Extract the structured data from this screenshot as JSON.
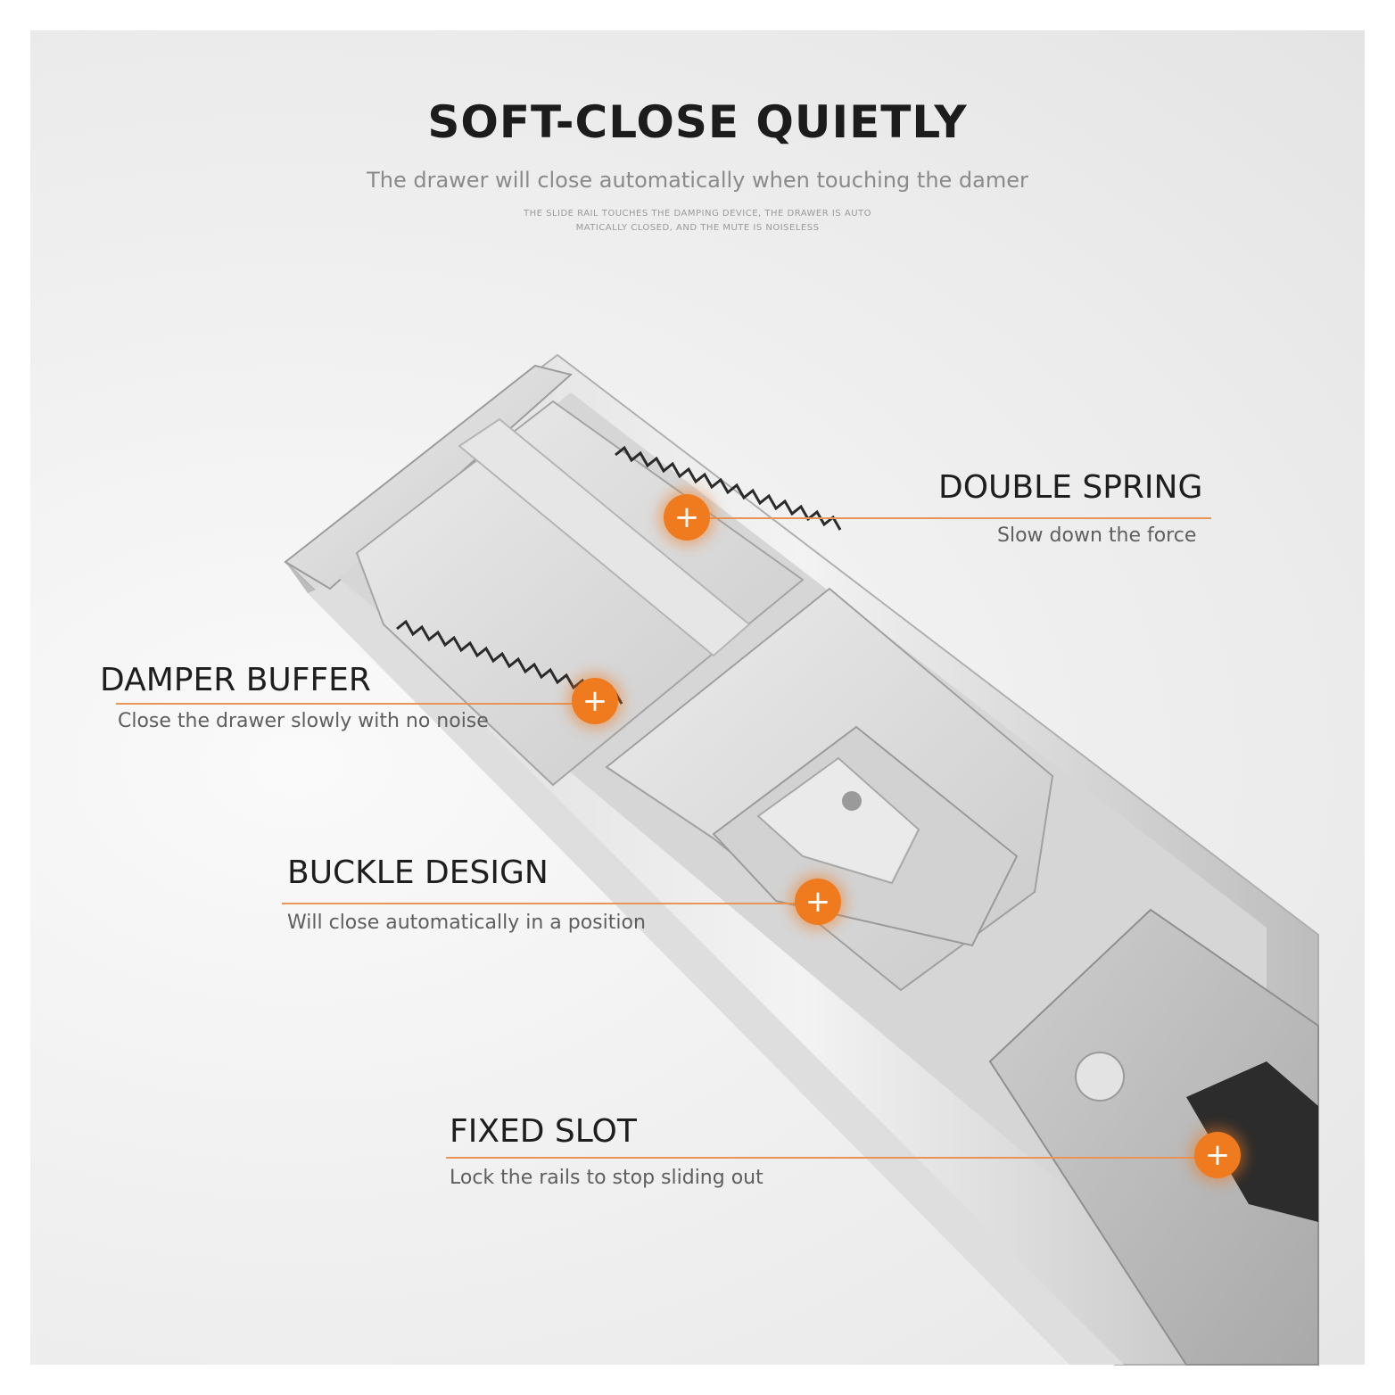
{
  "header": {
    "title": "SOFT-CLOSE QUIETLY",
    "subtitle": "The drawer will close automatically when touching the damer",
    "note_line1": "THE SLIDE RAIL TOUCHES THE DAMPING DEVICE, THE DRAWER IS AUTO",
    "note_line2": "MATICALLY CLOSED, AND THE MUTE IS NOISELESS"
  },
  "callouts": {
    "double_spring": {
      "title": "DOUBLE SPRING",
      "desc": "Slow down the force"
    },
    "damper_buffer": {
      "title": "DAMPER BUFFER",
      "desc": "Close the drawer slowly with no noise"
    },
    "buckle_design": {
      "title": "BUCKLE DESIGN",
      "desc": "Will close automatically in a position"
    },
    "fixed_slot": {
      "title": "FIXED SLOT",
      "desc": "Lock the rails to stop sliding out"
    }
  },
  "marker_symbol": "+",
  "colors": {
    "accent": "#f07a1e",
    "text_dark": "#1e1e1e",
    "text_gray": "#5e5e5e",
    "steel": "#c9c9c9"
  }
}
